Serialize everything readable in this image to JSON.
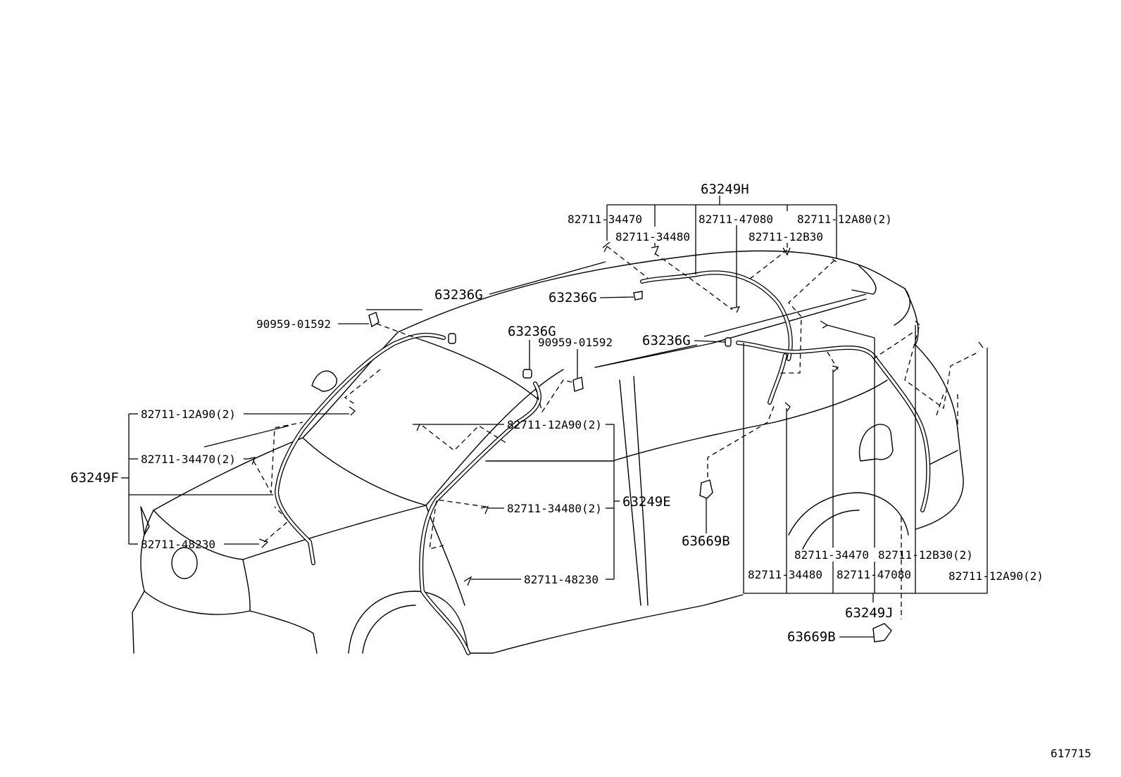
{
  "assemblies": {
    "hose_63249H": "63249H",
    "hose_63249F": "63249F",
    "hose_63249E": "63249E",
    "hose_63249J": "63249J"
  },
  "top_group": {
    "c1": "82711-34470",
    "c2": "82711-34480",
    "c3": "82711-47080",
    "c4": "82711-12B30",
    "c5": "82711-12A80(2)"
  },
  "nozzles": {
    "n1": "63236G",
    "n2": "63236G",
    "n3": "63236G",
    "n4": "63236G"
  },
  "grommets": {
    "g1": "90959-01592",
    "g2": "90959-01592"
  },
  "left_group": {
    "l1": "82711-12A90(2)",
    "l2": "82711-34470(2)",
    "l3": "82711-48230"
  },
  "mid_group": {
    "m1": "82711-12A90(2)",
    "m2": "82711-34480(2)",
    "m3": "82711-48230"
  },
  "joints": {
    "j1": "63669B",
    "j2": "63669B"
  },
  "rear_group": {
    "r1": "82711-34470",
    "r2": "82711-12B30(2)",
    "r3": "82711-34480",
    "r4": "82711-47080",
    "r5": "82711-12A90(2)"
  },
  "figure_number": "617715"
}
